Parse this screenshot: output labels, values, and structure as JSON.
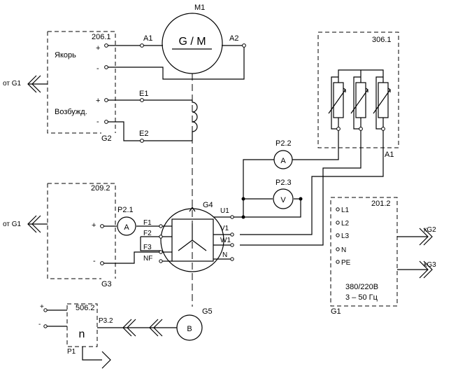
{
  "machine": {
    "id": "M1",
    "label": "G / M"
  },
  "block_206": {
    "id": "206.1",
    "armature": "Якорь",
    "excitation": "Возбужд.",
    "plus": "+",
    "minus": "-",
    "ground_id": "G2",
    "source": "от G1"
  },
  "armature_terms": {
    "a1": "A1",
    "a2": "A2"
  },
  "field_terms": {
    "e1": "E1",
    "e2": "E2"
  },
  "block_306": {
    "id": "306.1",
    "ground_id": "A1"
  },
  "meter_ammeter_top": {
    "id": "P2.2",
    "symbol": "A"
  },
  "meter_voltmeter": {
    "id": "P2.3",
    "symbol": "V"
  },
  "block_209": {
    "id": "209.2",
    "plus": "+",
    "minus": "-",
    "ground_id": "G3",
    "source": "от G1"
  },
  "meter_ammeter_left": {
    "id": "P2.1",
    "symbol": "A"
  },
  "synchronous_machine": {
    "id": "G4",
    "left_terms": [
      "F1",
      "F2",
      "F3",
      "NF"
    ],
    "right_terms": [
      "U1",
      "V1",
      "W1",
      "N"
    ]
  },
  "block_201": {
    "id": "201.2",
    "terminals": [
      "L1",
      "L2",
      "L3",
      "N",
      "PE"
    ],
    "voltage": "380/220В",
    "freq": "3 – 50 Гц",
    "ground_id": "G1",
    "to_g2": "кG2",
    "to_g3": "кG3"
  },
  "encoder": {
    "id": "G5",
    "symbol": "B"
  },
  "block_506": {
    "id": "506.2",
    "symbol": "n",
    "ground_id": "P1",
    "cable_id": "P3.2",
    "plus": "+",
    "minus": "-"
  }
}
